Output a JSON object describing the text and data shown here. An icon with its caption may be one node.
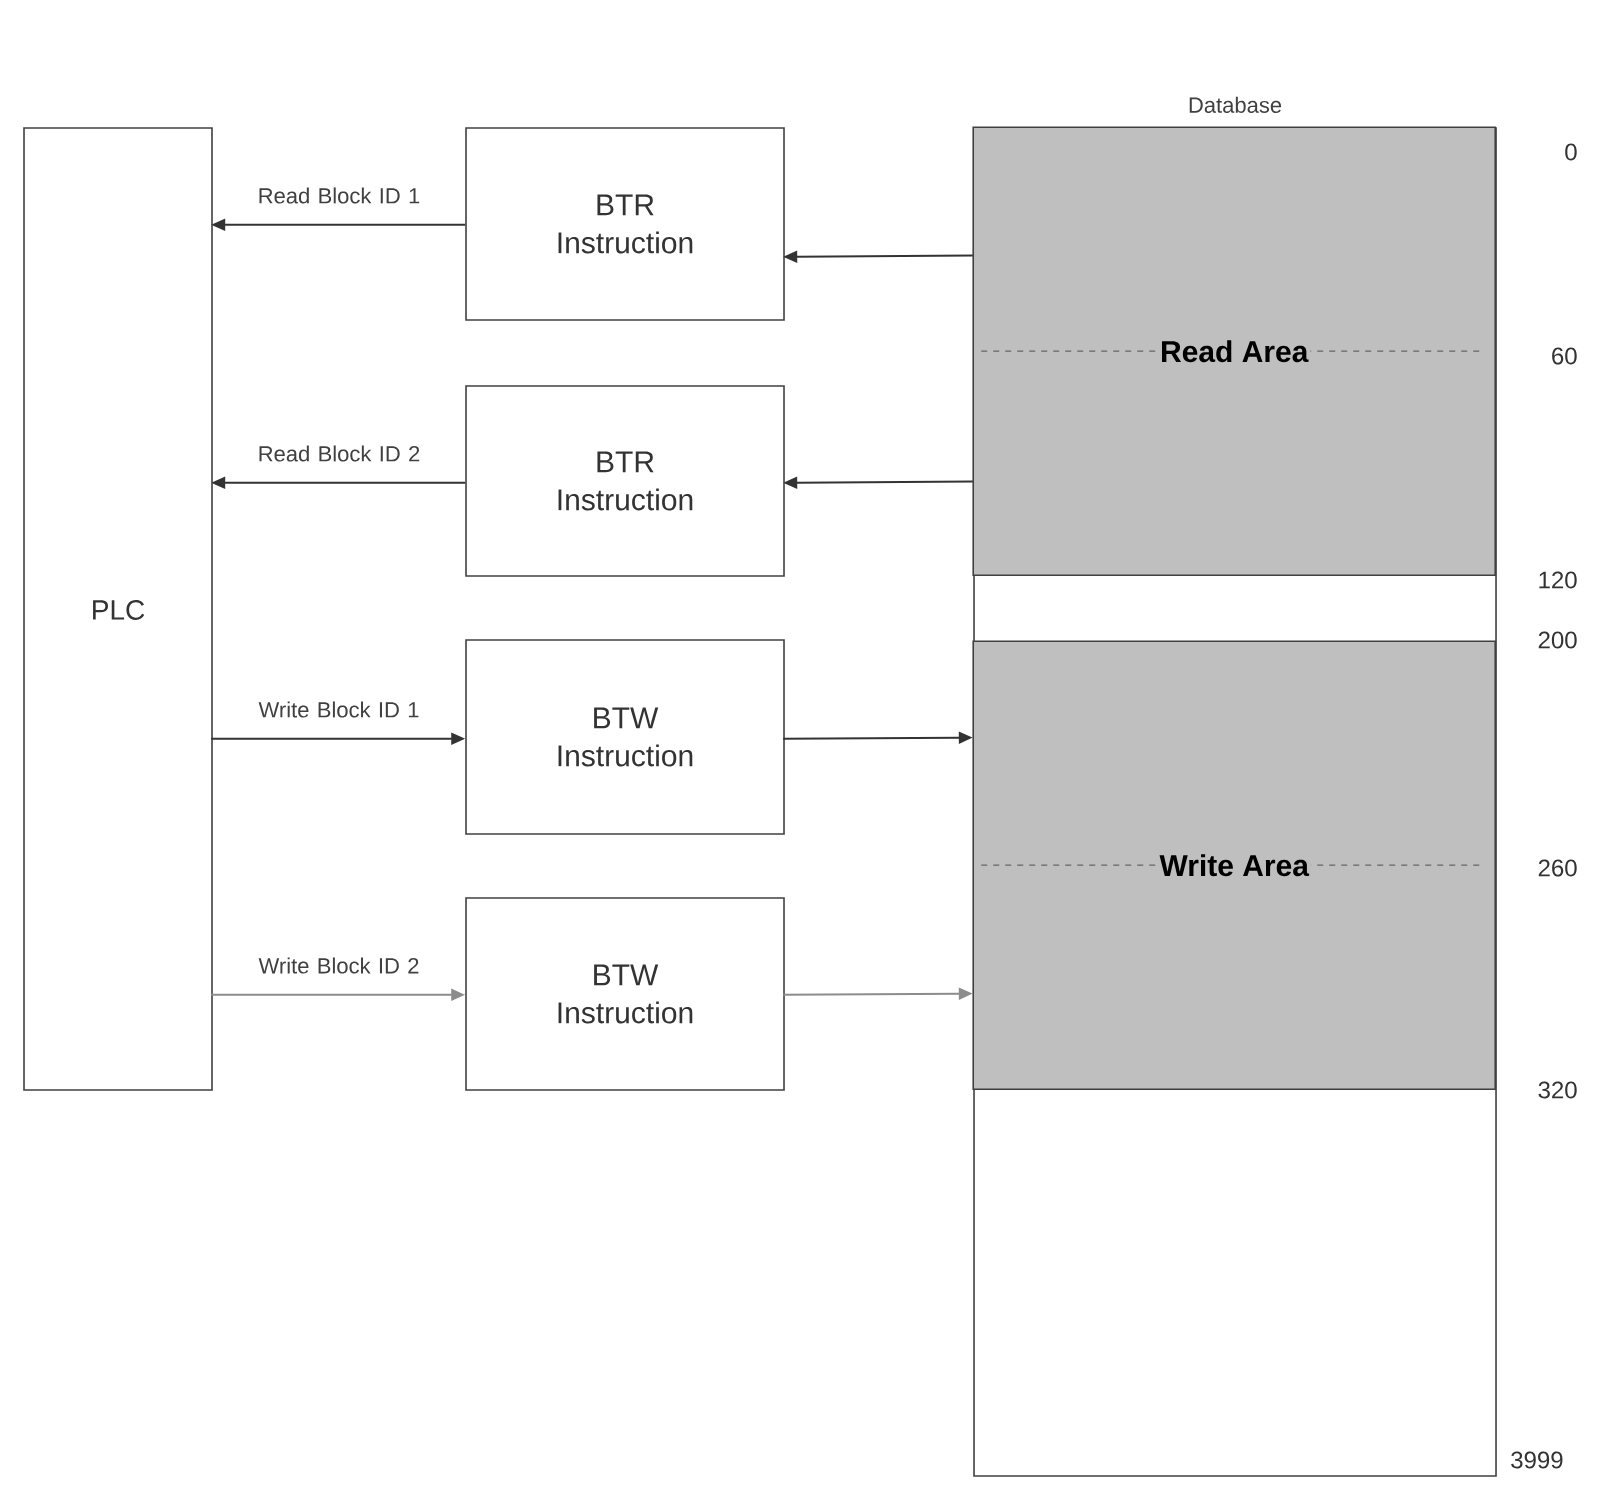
{
  "diagram": {
    "nodes": [
      {
        "text": [
          "PLC"
        ]
      },
      {
        "text": [
          "BTR Instruction"
        ]
      },
      {
        "text": [
          "BTR Instruction"
        ]
      },
      {
        "text": [
          "BTW Instruction"
        ]
      },
      {
        "text": [
          "BTW Instruction"
        ]
      },
      {
        "text": [
          "Database"
        ]
      },
      {
        "text": [
          "Read Area"
        ],
        "in": 5
      },
      {
        "text": [
          "Write Area"
        ],
        "in": 5
      }
    ],
    "edges": [
      {
        "from": 1,
        "to": 0,
        "arrow": "to",
        "label": "Read Block ID 1"
      },
      {
        "from": 6,
        "to": 1,
        "arrow": "to"
      },
      {
        "from": 2,
        "to": 0,
        "arrow": "to",
        "label": "Read Block ID 2"
      },
      {
        "from": 6,
        "to": 2,
        "arrow": "to"
      },
      {
        "from": 0,
        "to": 3,
        "arrow": "to",
        "label": "Write Block ID 1"
      },
      {
        "from": 3,
        "to": 7,
        "arrow": "to"
      },
      {
        "from": 0,
        "to": 4,
        "arrow": "to",
        "label": "Write Block ID 2",
        "color": "#8c8c8c"
      },
      {
        "from": 4,
        "to": 7,
        "arrow": "to",
        "color": "#8c8c8c"
      }
    ],
    "labels": [
      "0",
      "60",
      "120",
      "200",
      "260",
      "320",
      "3999"
    ]
  }
}
